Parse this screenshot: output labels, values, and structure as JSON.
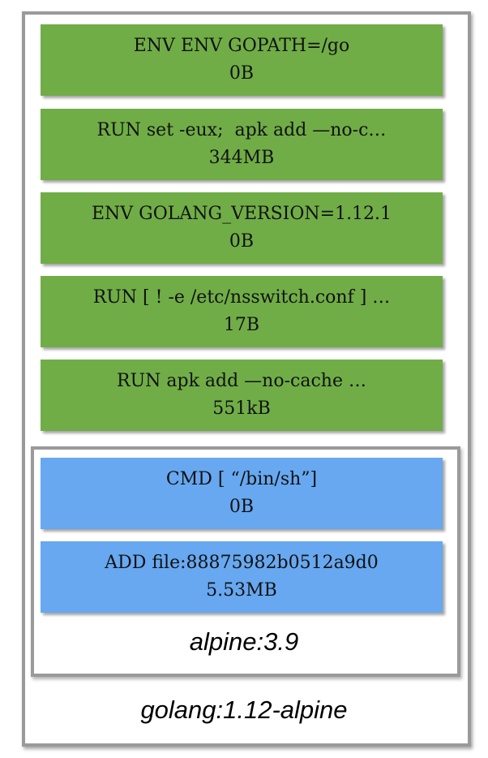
{
  "image_caption": "golang:1.12-alpine",
  "base_image_caption": "alpine:3.9",
  "image_layers": [
    {
      "command": "ENV ENV GOPATH=/go",
      "size": "0B"
    },
    {
      "command": "RUN set -eux;  apk add —no-c…",
      "size": "344MB"
    },
    {
      "command": "ENV GOLANG_VERSION=1.12.1",
      "size": "0B"
    },
    {
      "command": "RUN [ ! -e /etc/nsswitch.conf ] …",
      "size": "17B"
    },
    {
      "command": "RUN apk add —no-cache …",
      "size": "551kB"
    }
  ],
  "base_layers": [
    {
      "command": "CMD [ “/bin/sh”]",
      "size": "0B"
    },
    {
      "command": "ADD file:88875982b0512a9d0",
      "size": "5.53MB"
    }
  ],
  "colors": {
    "image_layer": "#70ad47",
    "base_layer": "#67a8f0",
    "border": "#9a9a9a"
  }
}
